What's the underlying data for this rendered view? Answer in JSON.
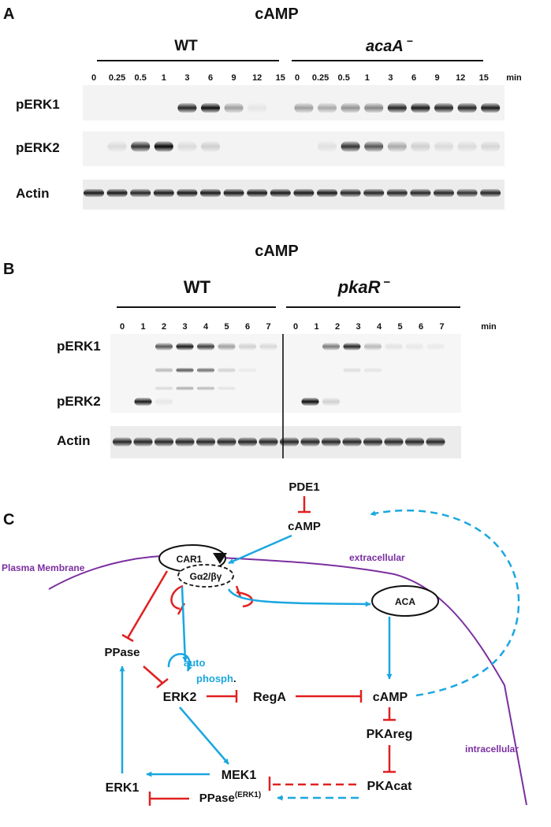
{
  "colors": {
    "activation_arrow": "#1aa7e0",
    "inhibition": "#e02020",
    "membrane": "#7b2fa0",
    "text": "#111111"
  },
  "panel_a": {
    "letter": "A",
    "title": "cAMP",
    "groups": [
      "WT",
      "acaA",
      "−"
    ],
    "time_labels": [
      "0",
      "0.25",
      "0.5",
      "1",
      "3",
      "6",
      "9",
      "12",
      "15"
    ],
    "time_unit": "min",
    "row_labels": [
      "pERK1",
      "pERK2",
      "Actin"
    ]
  },
  "panel_b": {
    "letter": "B",
    "title": "cAMP",
    "groups": [
      "WT",
      "pkaR",
      "−"
    ],
    "time_labels": [
      "0",
      "1",
      "2",
      "3",
      "4",
      "5",
      "6",
      "7"
    ],
    "time_unit": "min",
    "row_labels": [
      "pERK1",
      "pERK2",
      "Actin"
    ]
  },
  "panel_c": {
    "letter": "C",
    "nodes": {
      "pde1": "PDE1",
      "camp_top": "cAMP",
      "car1": "CAR1",
      "galpha": "Gα2/βγ",
      "aca": "ACA",
      "ppase": "PPase",
      "erk2": "ERK2",
      "auto": "auto",
      "phosph": "phosph",
      "phosph_dot": ".",
      "rega": "RegA",
      "camp_mid": "cAMP",
      "pkareg": "PKAreg",
      "pkacat": "PKAcat",
      "mek1": "MEK1",
      "erk1": "ERK1",
      "ppase_erk1": "PPase",
      "ppase_erk1_sup": "(ERK1)"
    },
    "labels": {
      "extracellular": "extracellular",
      "intracellular": "intracellular",
      "plasma_membrane": "Plasma Membrane"
    }
  }
}
